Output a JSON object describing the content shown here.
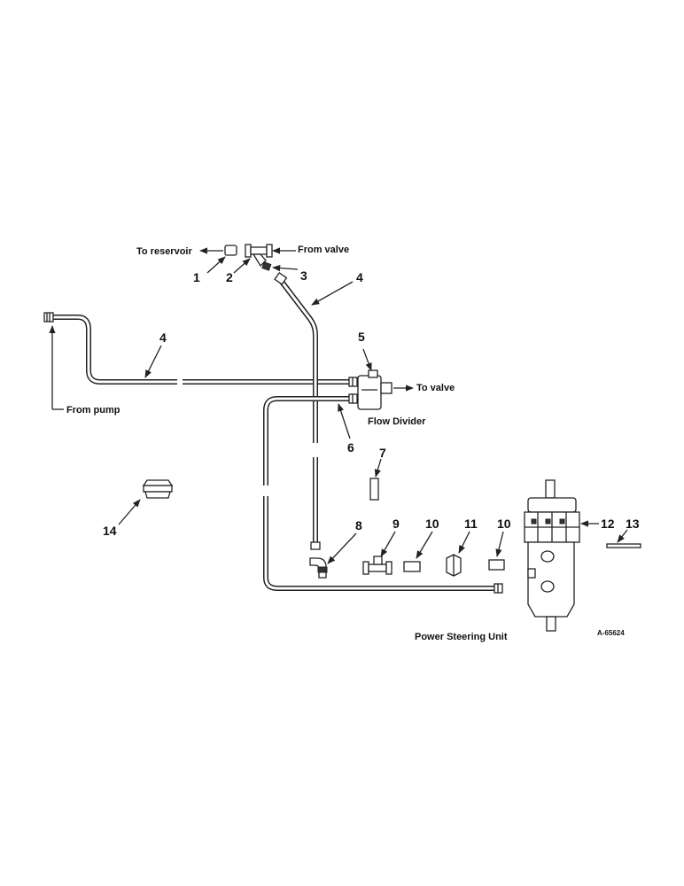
{
  "labels": {
    "to_reservoir": "To reservoir",
    "from_valve": "From valve",
    "to_valve": "To valve",
    "from_pump": "From pump",
    "flow_divider": "Flow Divider",
    "power_steering_unit": "Power Steering Unit",
    "figure_id": "A-65624"
  },
  "callouts": {
    "c1": "1",
    "c2": "2",
    "c3": "3",
    "c4a": "4",
    "c4b": "4",
    "c5": "5",
    "c6": "6",
    "c7": "7",
    "c8": "8",
    "c9": "9",
    "c10a": "10",
    "c10b": "10",
    "c11": "11",
    "c12": "12",
    "c13": "13",
    "c14": "14"
  }
}
